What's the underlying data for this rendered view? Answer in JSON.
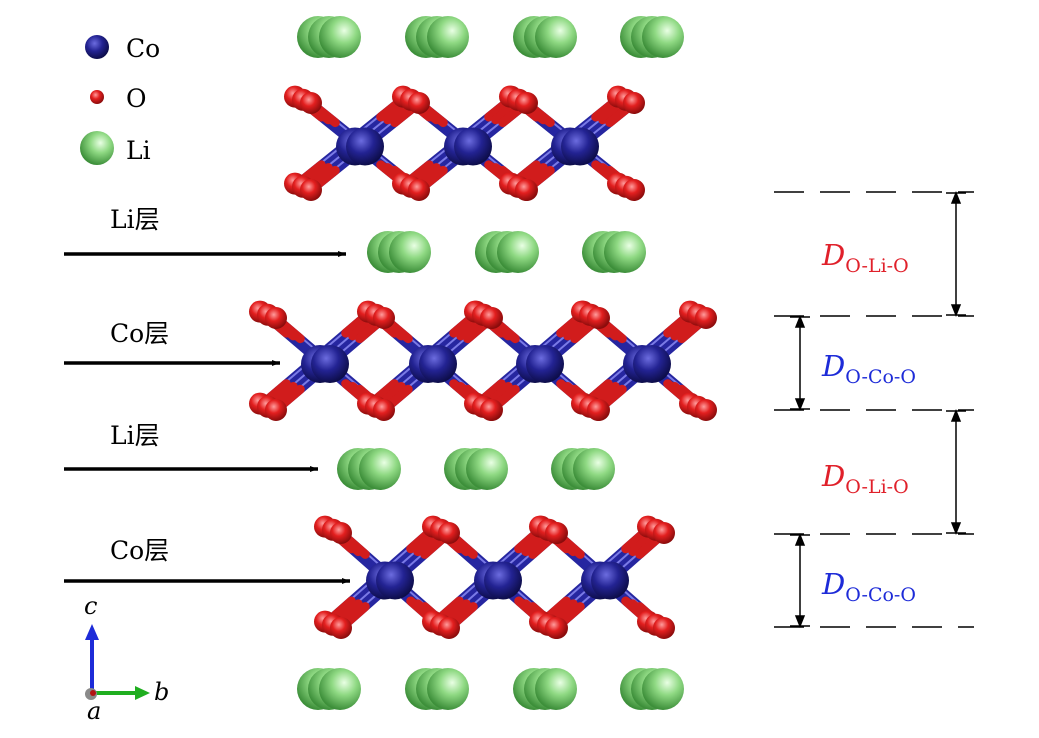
{
  "legend": [
    {
      "symbol": "Co",
      "color": "#1d1d8f"
    },
    {
      "symbol": "O",
      "color": "#d62020"
    },
    {
      "symbol": "Li",
      "color": "#7fcf72"
    }
  ],
  "layer_labels": [
    "Li层",
    "Co层",
    "Li层",
    "Co层"
  ],
  "distance_labels": [
    {
      "main": "D",
      "sub": "O-Li-O",
      "color": "#e0202a"
    },
    {
      "main": "D",
      "sub": "O-Co-O",
      "color": "#1d2bd8"
    },
    {
      "main": "D",
      "sub": "O-Li-O",
      "color": "#e0202a"
    },
    {
      "main": "D",
      "sub": "O-Co-O",
      "color": "#1d2bd8"
    }
  ],
  "axes": {
    "c": "c",
    "b": "b",
    "a": "a"
  },
  "colors": {
    "co": "#1d1d8f",
    "o": "#d62020",
    "li": "#7fcf72",
    "c_axis": "#1d2bd8",
    "b_axis": "#1fae1f",
    "a_axis": "#8a8a8a"
  }
}
